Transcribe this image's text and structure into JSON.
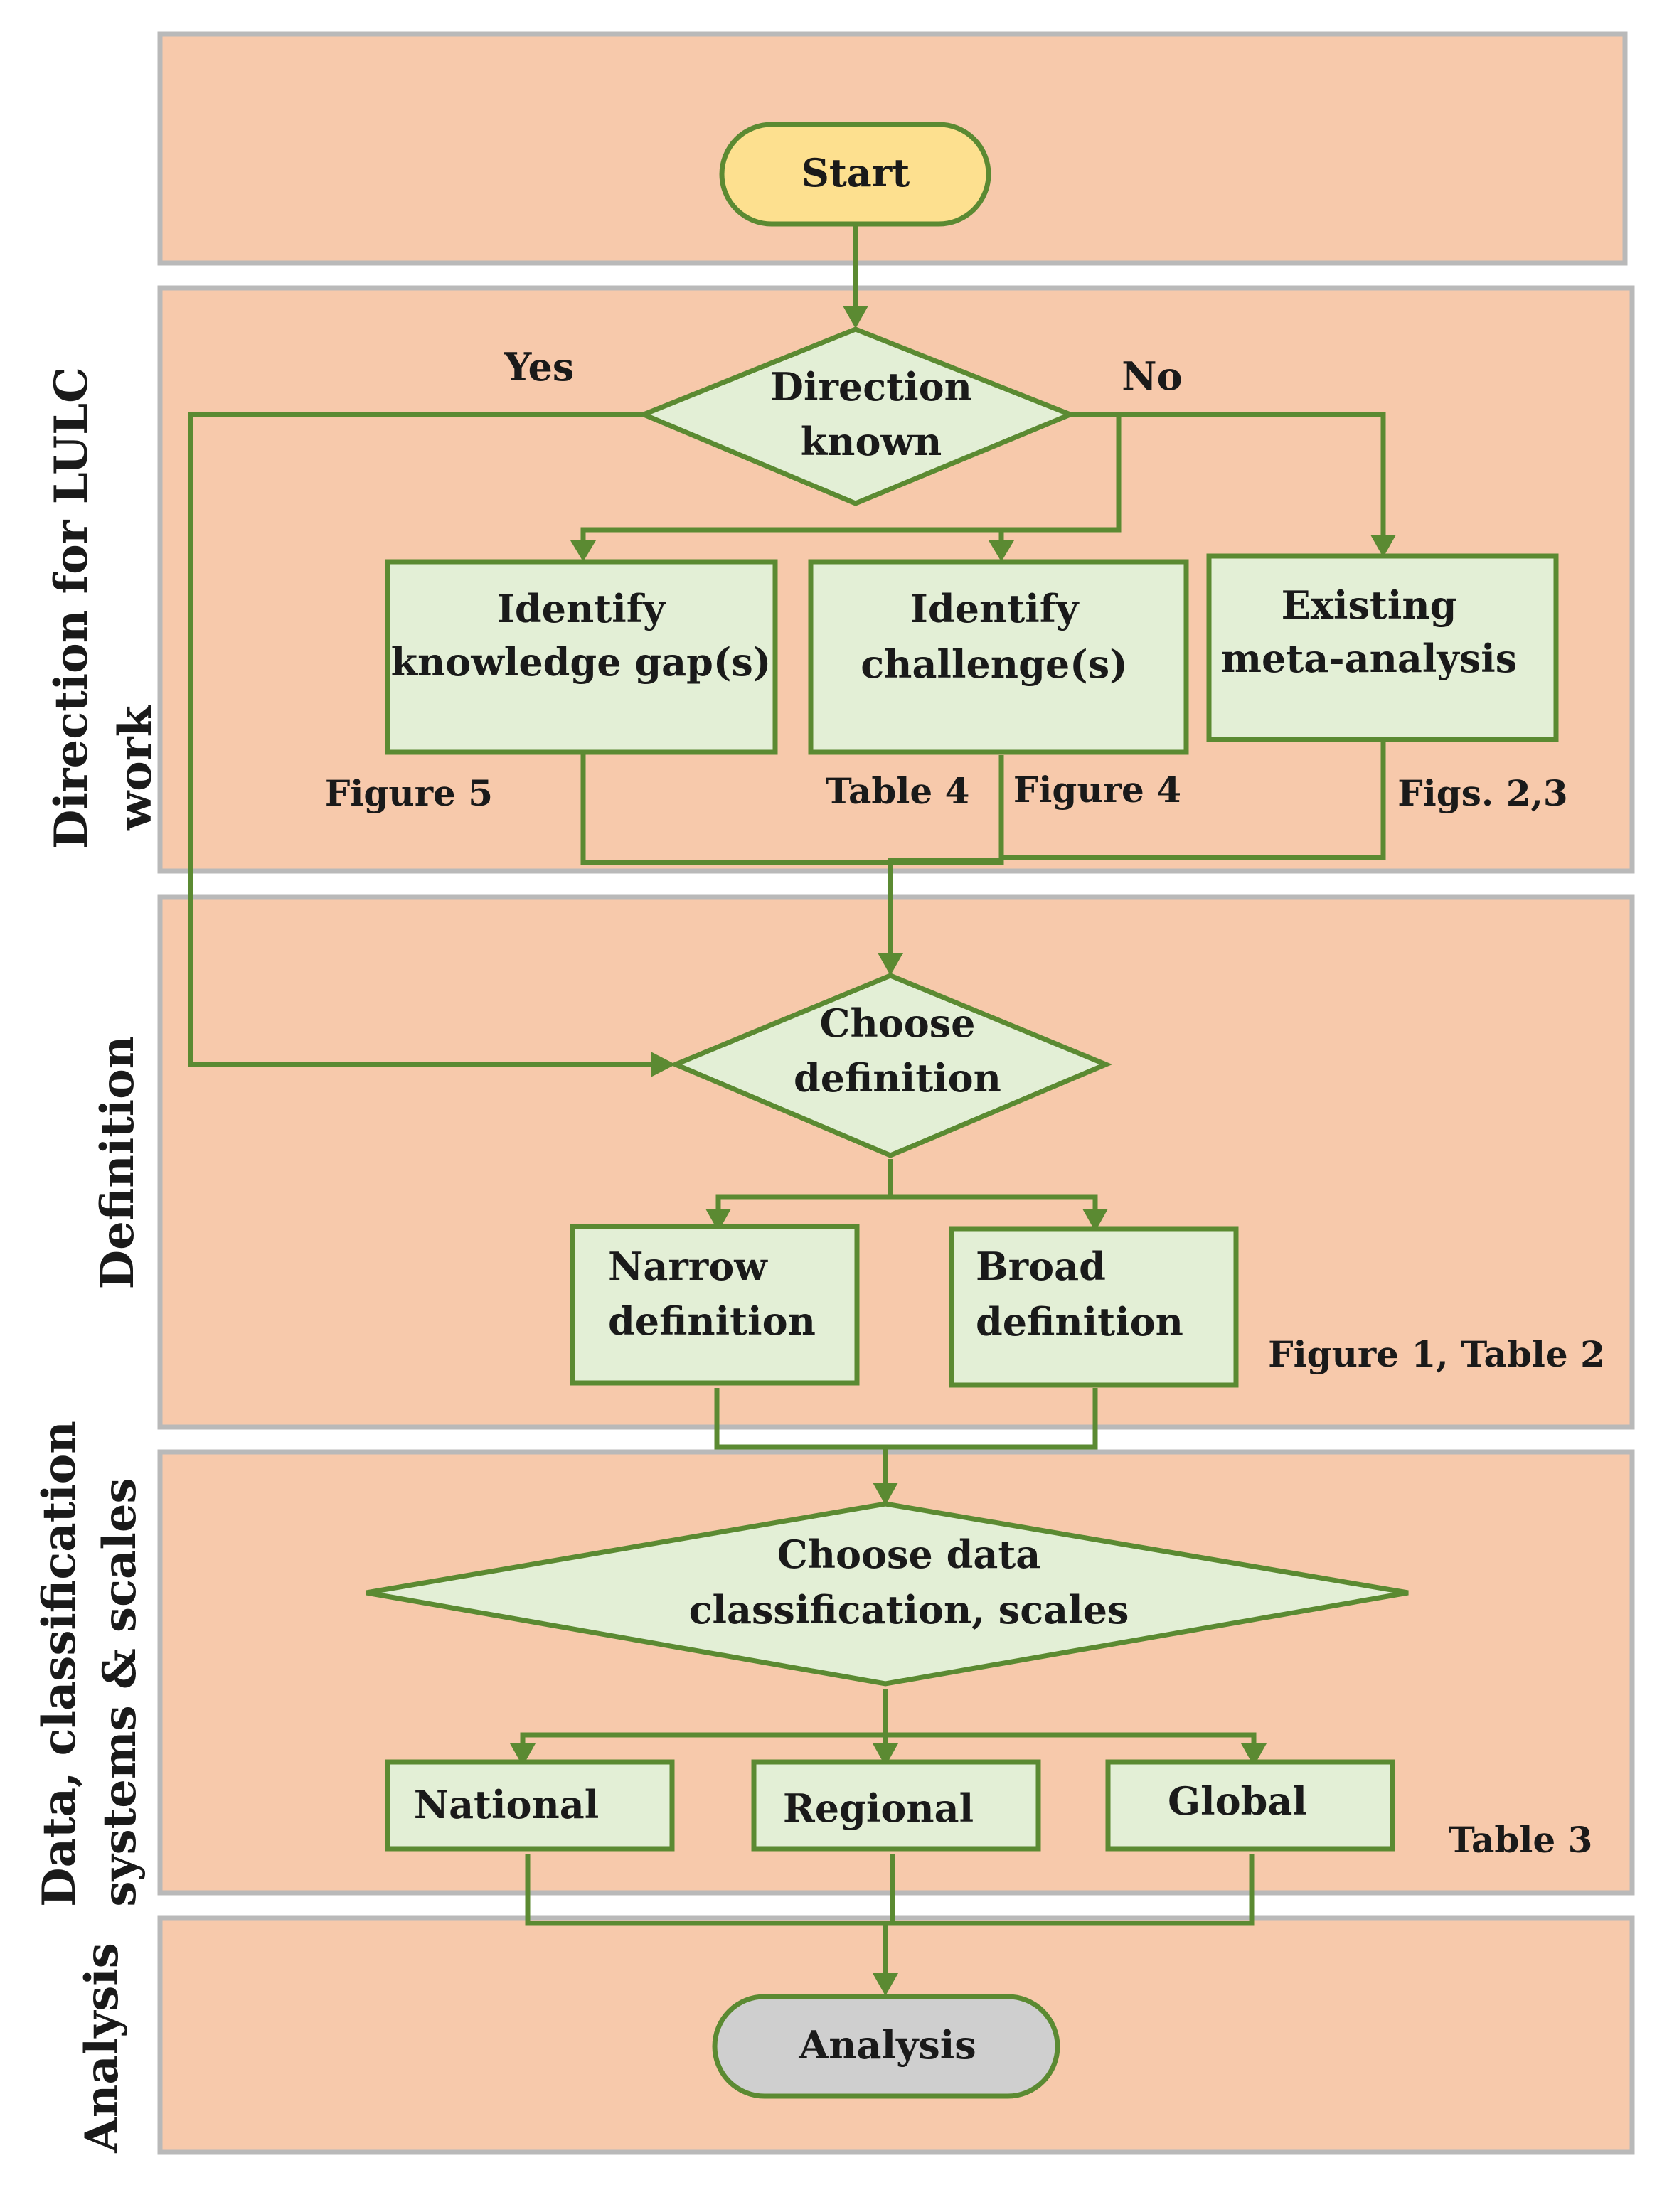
{
  "bands": {
    "direction": {
      "line1": "Direction for LULC",
      "line2": "work"
    },
    "definition": {
      "line1": "Definition"
    },
    "data": {
      "line1": "Data, classification",
      "line2": "systems & scales"
    },
    "analysis": {
      "line1": "Analysis"
    }
  },
  "nodes": {
    "start": "Start",
    "direction_known": {
      "line1": "Direction",
      "line2": "known"
    },
    "knowledge_gap": {
      "line1": "Identify",
      "line2": "knowledge gap(s)"
    },
    "challenge": {
      "line1": "Identify",
      "line2": "challenge(s)"
    },
    "meta_analysis": {
      "line1": "Existing",
      "line2": "meta-analysis"
    },
    "choose_definition": {
      "line1": "Choose",
      "line2": "definition"
    },
    "narrow": {
      "line1": "Narrow",
      "line2": "definition"
    },
    "broad": {
      "line1": "Broad",
      "line2": "definition"
    },
    "choose_data": {
      "line1": "Choose data",
      "line2": "classification, scales"
    },
    "national": "National",
    "regional": "Regional",
    "global": "Global",
    "analysis": "Analysis"
  },
  "edge_labels": {
    "yes": "Yes",
    "no": "No"
  },
  "references": {
    "figure5": "Figure 5",
    "table4": "Table 4",
    "figure4": "Figure 4",
    "figs23": "Figs. 2,3",
    "fig1_table2": "Figure 1, Table 2",
    "table3": "Table 3"
  },
  "colors": {
    "band_fill": "#f7c9ab",
    "band_border": "#b9b9b9",
    "node_fill": "#e3efd6",
    "flow_line": "#5b8a32",
    "start_fill": "#fde08f",
    "end_fill": "#cfcfcf"
  }
}
